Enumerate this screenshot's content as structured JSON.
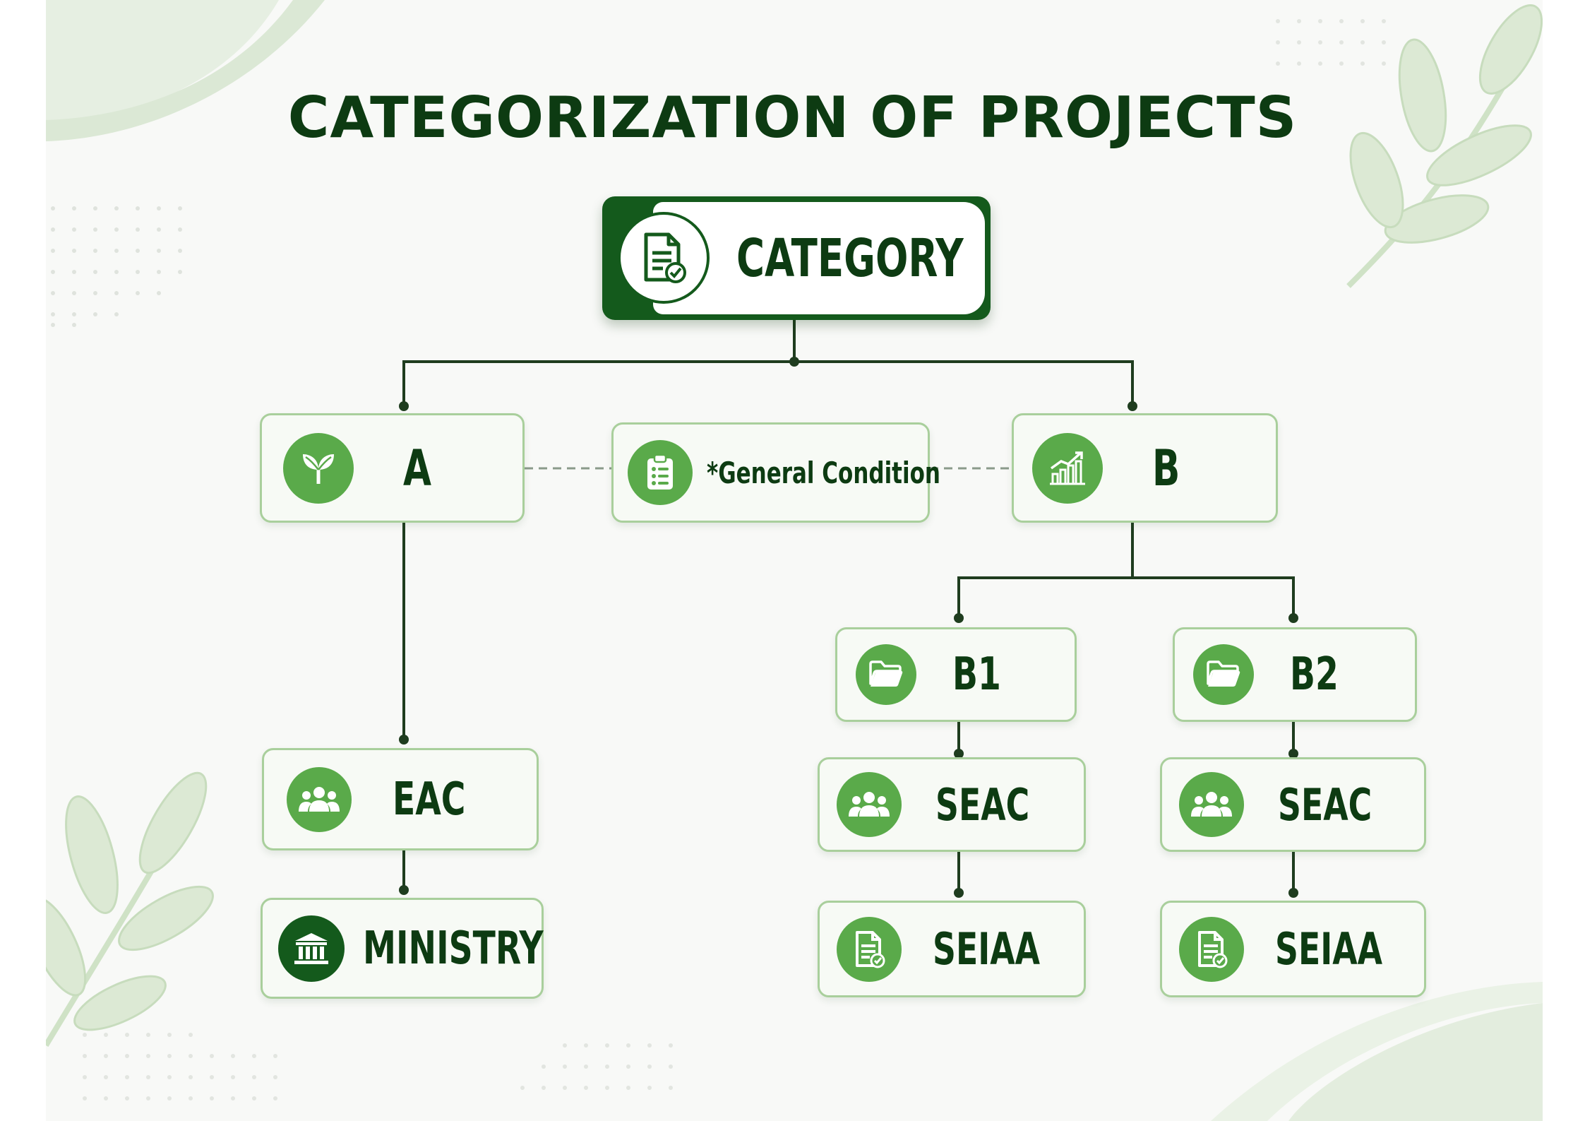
{
  "title": "CATEGORIZATION OF PROJECTS",
  "root": {
    "label": "CATEGORY",
    "icon": "document-check-icon"
  },
  "nodes": {
    "a": {
      "label": "A",
      "icon": "leaf-icon"
    },
    "general": {
      "label": "*General Condition",
      "icon": "clipboard-list-icon"
    },
    "b": {
      "label": "B",
      "icon": "growth-chart-icon"
    },
    "b1": {
      "label": "B1",
      "icon": "folder-icon"
    },
    "b2": {
      "label": "B2",
      "icon": "folder-icon"
    },
    "eac": {
      "label": "EAC",
      "icon": "people-icon"
    },
    "ministry": {
      "label": "MINISTRY",
      "icon": "government-building-icon"
    },
    "seac_b1": {
      "label": "SEAC",
      "icon": "people-icon"
    },
    "seac_b2": {
      "label": "SEAC",
      "icon": "people-icon"
    },
    "seiaa_b1": {
      "label": "SEIAA",
      "icon": "document-check-icon"
    },
    "seiaa_b2": {
      "label": "SEIAA",
      "icon": "document-check-icon"
    }
  },
  "colors": {
    "title": "#0d3b12",
    "dark_green": "#145a1c",
    "icon_green": "#5aaa4a",
    "node_border": "#a9cf9c",
    "connector": "#1f3d1f"
  }
}
